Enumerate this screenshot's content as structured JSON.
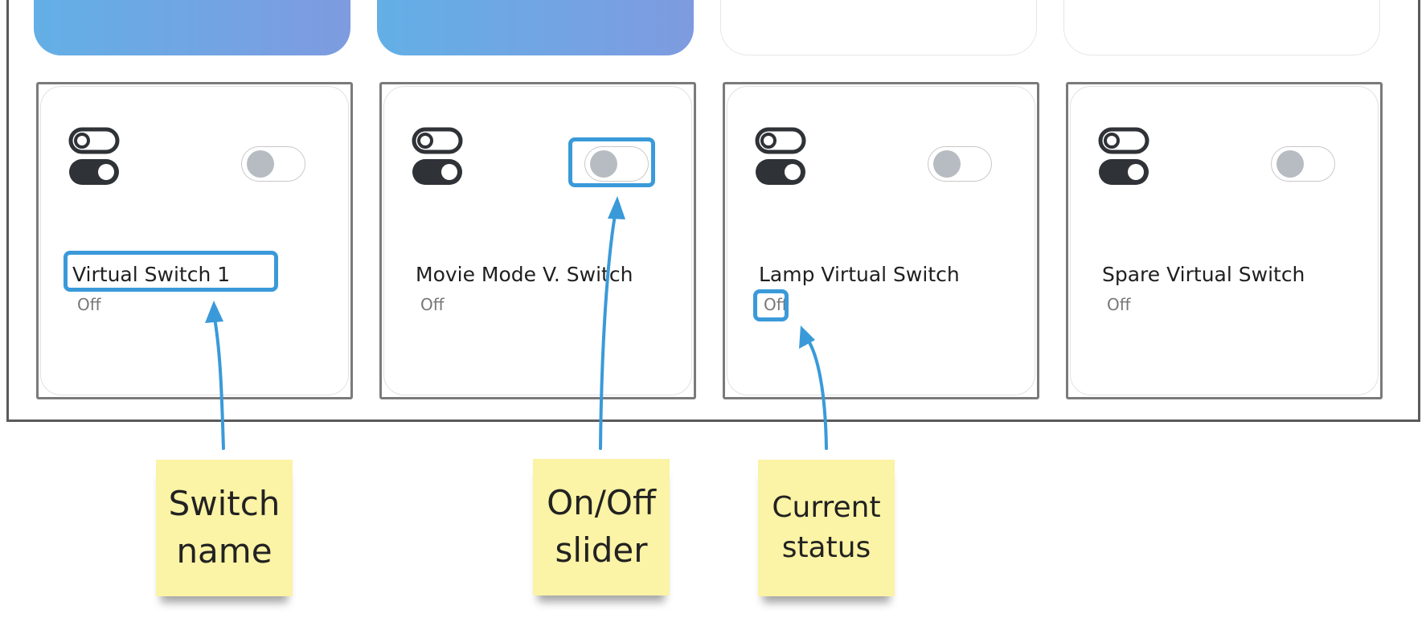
{
  "cards": [
    {
      "name": "Virtual Switch 1",
      "status": "Off"
    },
    {
      "name": "Movie Mode V. Switch",
      "status": "Off"
    },
    {
      "name": "Lamp Virtual Switch",
      "status": "Off"
    },
    {
      "name": "Spare Virtual Switch",
      "status": "Off"
    }
  ],
  "annotations": {
    "switch_name": "Switch name",
    "slider": "On/Off slider",
    "status": "Current status"
  },
  "colors": {
    "accent": "#3a9ad9",
    "tile_gradient_start": "#63afe6",
    "tile_gradient_end": "#7e9be0",
    "note_bg": "#fbf3a5"
  }
}
